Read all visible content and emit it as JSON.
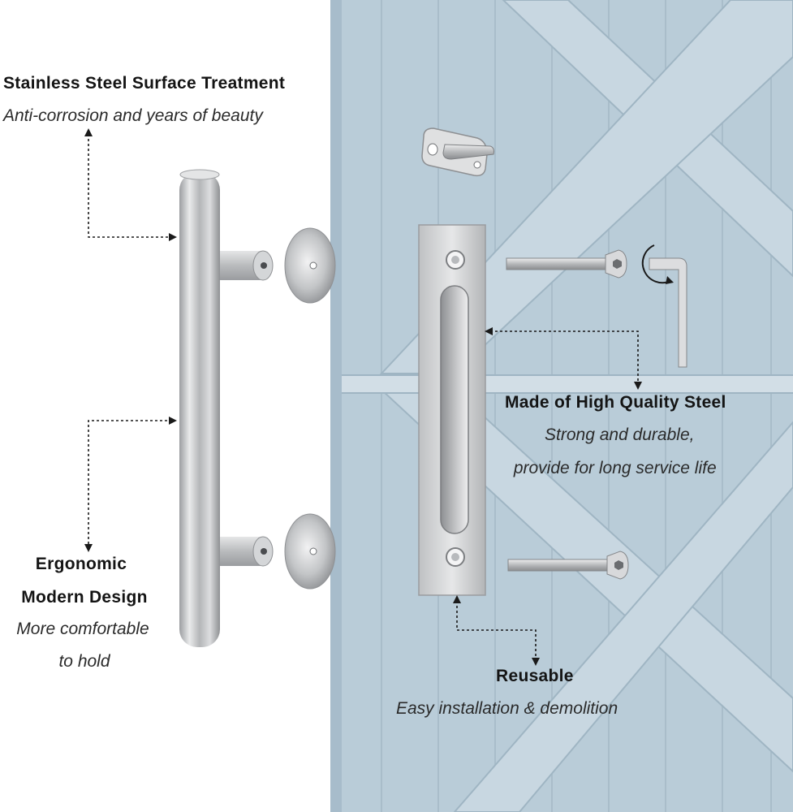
{
  "colors": {
    "door": "#b9ccd8",
    "door_light": "#cddbe4",
    "door_dark": "#9fb5c3",
    "steel": "#c9cbcd",
    "text": "#141414"
  },
  "callouts": {
    "surface": {
      "title": "Stainless Steel  Surface Treatment",
      "subtitle": "Anti-corrosion and years of beauty"
    },
    "ergonomic": {
      "title_line1": "Ergonomic",
      "title_line2": "Modern Design",
      "subtitle_line1": "More comfortable",
      "subtitle_line2": "to hold"
    },
    "quality": {
      "title": "Made of High Quality Steel",
      "subtitle_line1": "Strong and durable,",
      "subtitle_line2": " provide for long service life"
    },
    "reusable": {
      "title": "Reusable",
      "subtitle": "Easy installation & demolition"
    }
  }
}
